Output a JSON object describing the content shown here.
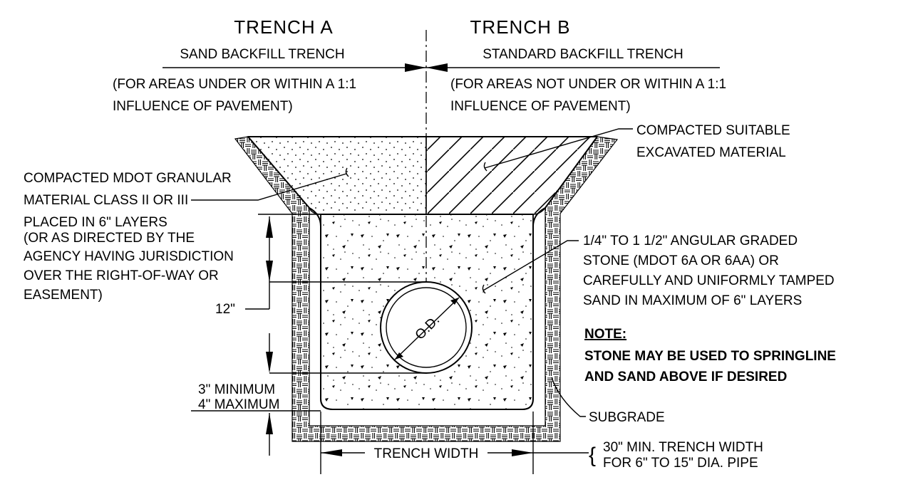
{
  "trench_a": {
    "title": "TRENCH A",
    "subtitle": "SAND BACKFILL TRENCH",
    "note_line1": "(FOR AREAS UNDER OR WITHIN A 1:1",
    "note_line2": "INFLUENCE OF PAVEMENT)"
  },
  "trench_b": {
    "title": "TRENCH B",
    "subtitle": "STANDARD BACKFILL TRENCH",
    "note_line1": "(FOR AREAS NOT UNDER OR WITHIN A 1:1",
    "note_line2": "INFLUENCE OF PAVEMENT)"
  },
  "labels": {
    "compacted_suitable_1": "COMPACTED SUITABLE",
    "compacted_suitable_2": "EXCAVATED MATERIAL",
    "mdot_1": "COMPACTED MDOT GRANULAR",
    "mdot_2": "MATERIAL CLASS II OR III",
    "mdot_3": "PLACED IN 6\" LAYERS",
    "mdot_4": "(OR AS DIRECTED BY THE",
    "mdot_5": "AGENCY HAVING JURISDICTION",
    "mdot_6": "OVER THE RIGHT-OF-WAY OR",
    "mdot_7": "EASEMENT)",
    "stone_1": "1/4\" TO  1 1/2\" ANGULAR GRADED",
    "stone_2": "STONE (MDOT 6A OR 6AA) OR",
    "stone_3": "CAREFULLY AND UNIFORMLY TAMPED",
    "stone_4": "SAND IN MAXIMUM OF 6\" LAYERS",
    "dim_12": "12\"",
    "dim_min": "3\" MINIMUM",
    "dim_max": "4\" MAXIMUM",
    "note_title": "NOTE:",
    "note_1": "STONE MAY BE USED TO SPRINGLINE",
    "note_2": "AND SAND ABOVE IF DESIRED",
    "subgrade": "SUBGRADE",
    "od": "O.D.",
    "trench_width": "TRENCH WIDTH",
    "width_note_1": "30\" MIN. TRENCH WIDTH",
    "width_note_2": "FOR 6\" TO 15\" DIA. PIPE",
    "brace": "{"
  }
}
